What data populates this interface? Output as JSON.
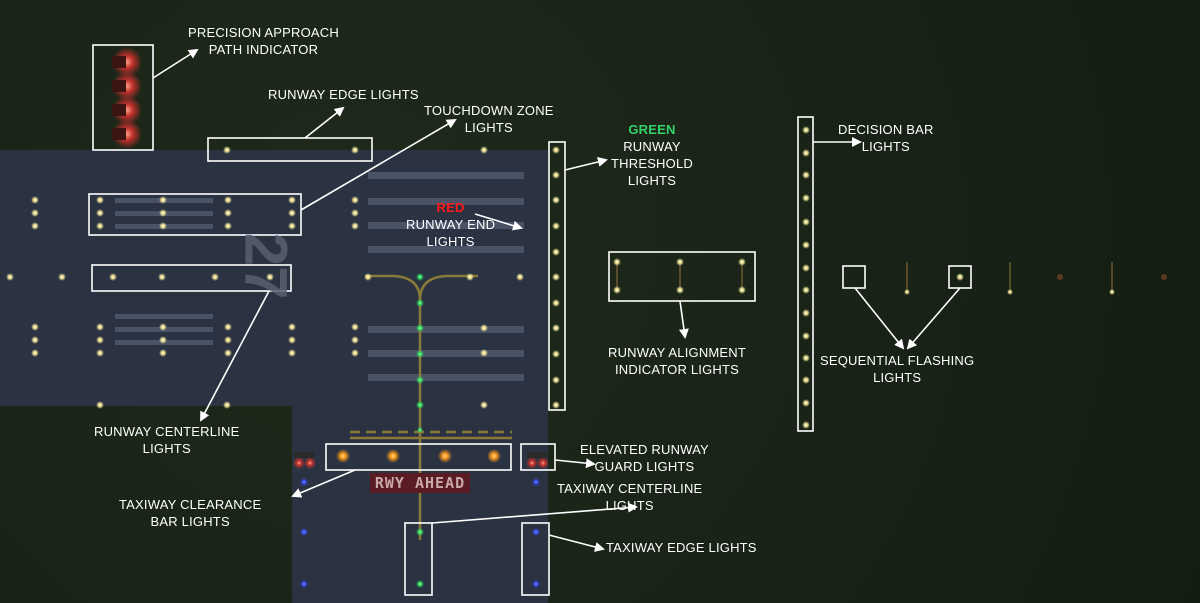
{
  "diagram": {
    "runway_marking": {
      "number": "27",
      "sign_text": "RWY AHEAD"
    },
    "labels": {
      "papi": [
        "PRECISION APPROACH",
        "PATH INDICATOR"
      ],
      "edge": [
        "RUNWAY EDGE LIGHTS"
      ],
      "tdz": [
        "TOUCHDOWN ZONE",
        "LIGHTS"
      ],
      "threshold": {
        "accent": "GREEN",
        "lines": [
          "RUNWAY",
          "THRESHOLD",
          "LIGHTS"
        ]
      },
      "end": {
        "accent": "RED",
        "lines": [
          "RUNWAY END",
          "LIGHTS"
        ]
      },
      "decision": [
        "DECISION BAR",
        "LIGHTS"
      ],
      "alignment": [
        "RUNWAY ALIGNMENT",
        "INDICATOR LIGHTS"
      ],
      "sequential": [
        "SEQUENTIAL FLASHING",
        "LIGHTS"
      ],
      "centerline": [
        "RUNWAY CENTERLINE",
        "LIGHTS"
      ],
      "guard": [
        "ELEVATED RUNWAY",
        "GUARD LIGHTS"
      ],
      "clearance": [
        "TAXIWAY CLEARANCE",
        "BAR LIGHTS"
      ],
      "twy_center": [
        "TAXIWAY CENTERLINE",
        "LIGHTS"
      ],
      "twy_edge": [
        "TAXIWAY EDGE LIGHTS"
      ]
    },
    "colors": {
      "grass": "#1a2418",
      "runway": "#2b3342",
      "marking": "#4a5266",
      "white_light": "#f3e89a",
      "green_light": "#2fe060",
      "blue_light": "#3a4cff",
      "amber_light": "#ff9a1a",
      "red_sign": "#5a1c22",
      "green_text": "#33d16a",
      "red_text": "#ff1a1a"
    }
  }
}
